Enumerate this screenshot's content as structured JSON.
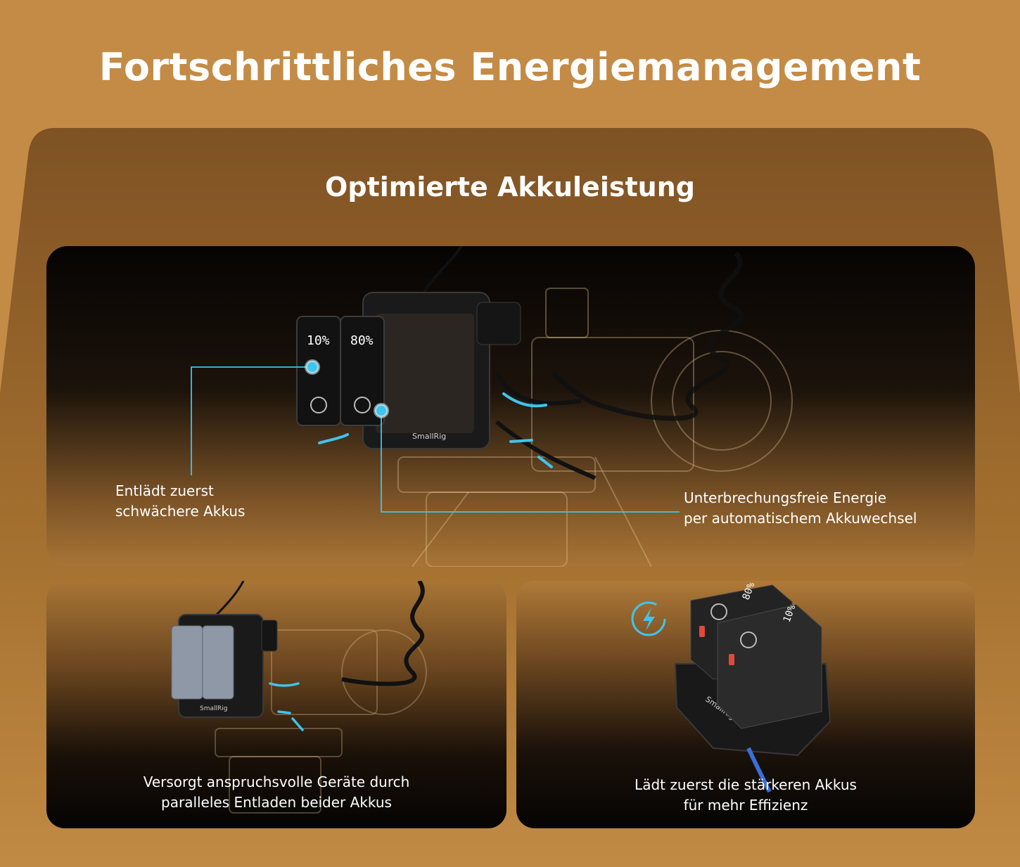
{
  "header": {
    "title": "Fortschrittliches Energiemanagement"
  },
  "section": {
    "subtitle": "Optimierte Akkuleistung"
  },
  "top_panel": {
    "battery_left_display": "10%",
    "battery_right_display": "80%",
    "brand_label": "SmallRig",
    "callout_left": [
      "Entlädt zuerst",
      "schwächere Akkus"
    ],
    "callout_right": [
      "Unterbrechungsfreie Energie",
      "per automatischem Akkuwechsel"
    ]
  },
  "bottom_left_panel": {
    "brand_label": "SmallRig",
    "caption": [
      "Versorgt anspruchsvolle Geräte durch",
      "paralleles Entladen beider Akkus"
    ]
  },
  "bottom_right_panel": {
    "brand_label": "SmallRig",
    "battery_front_display": "10%",
    "battery_back_display": "80%",
    "icon": "lightning-charge-icon",
    "caption": [
      "Lädt zuerst die stärkeren Akkus",
      "für mehr Effizienz"
    ]
  },
  "colors": {
    "background": "#c38b45",
    "accent_cyan": "#3fc4ec",
    "panel_dark": "#060403"
  }
}
